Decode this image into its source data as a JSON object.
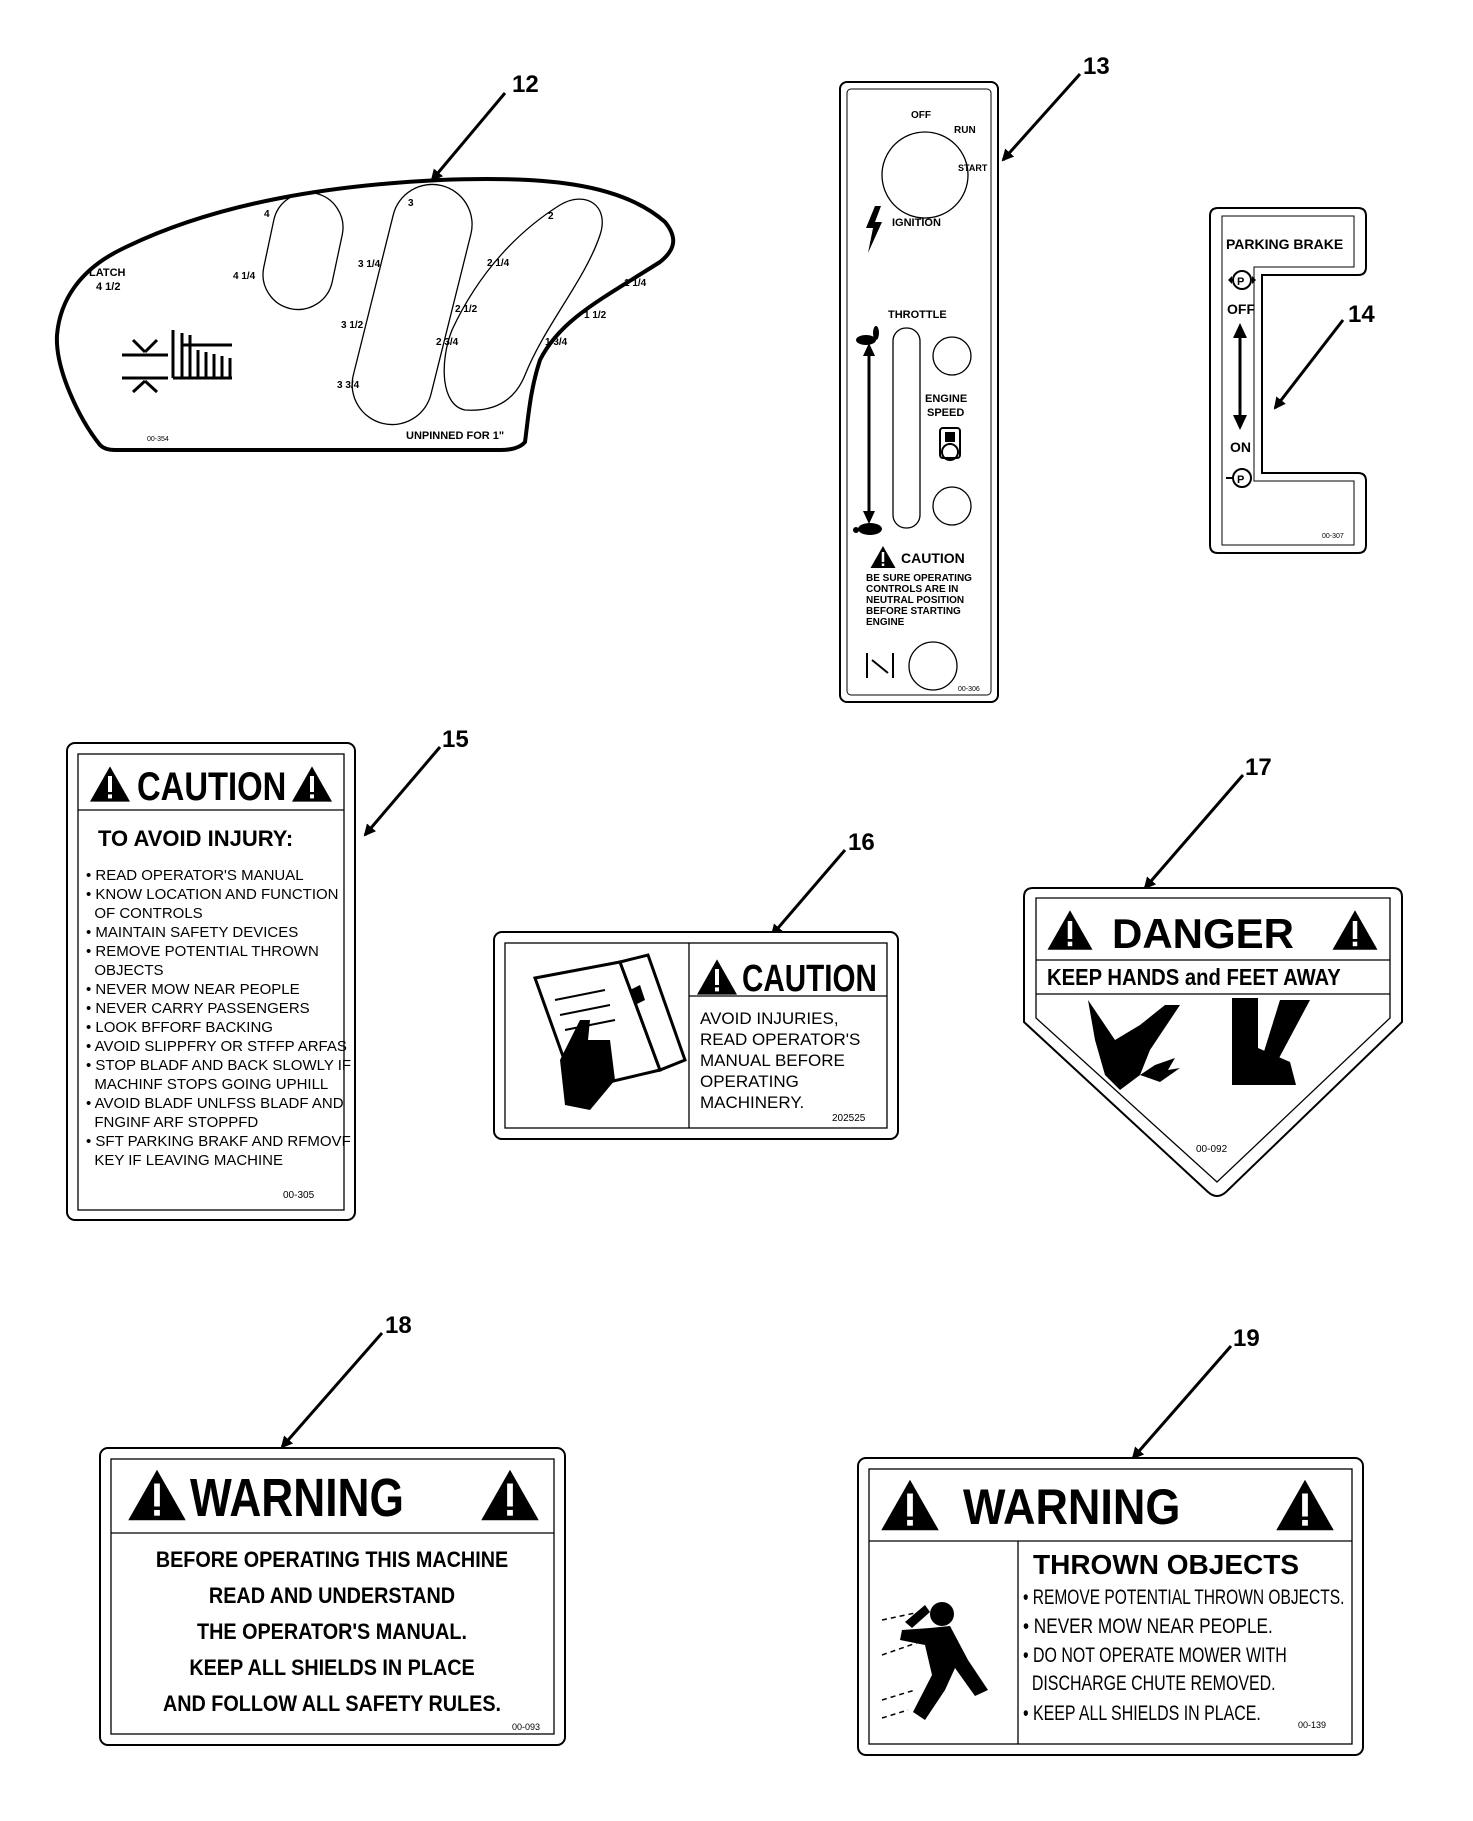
{
  "callouts": [
    "12",
    "13",
    "14",
    "15",
    "16",
    "17",
    "18",
    "19"
  ],
  "decal12": {
    "latch": "LATCH",
    "latch_val": "4 1/2",
    "heights_left": [
      "4",
      "4 1/4"
    ],
    "heights_mid": [
      "3",
      "3 1/4",
      "3 1/2",
      "3 3/4"
    ],
    "heights_right": [
      "2",
      "2 1/4",
      "2 1/2",
      "2 3/4"
    ],
    "heights_far": [
      "1 1/4",
      "1 1/2",
      "1 3/4"
    ],
    "code": "00-354",
    "unpinned": "UNPINNED FOR 1\""
  },
  "decal13": {
    "off": "OFF",
    "run": "RUN",
    "start": "START",
    "ignition": "IGNITION",
    "throttle": "THROTTLE",
    "engine": "ENGINE",
    "speed": "SPEED",
    "caution": "CAUTION",
    "caution_lines": [
      "BE SURE OPERATING",
      "CONTROLS ARE IN",
      "NEUTRAL POSITION",
      "BEFORE STARTING",
      "ENGINE"
    ],
    "code": "00-306"
  },
  "decal14": {
    "title": "PARKING BRAKE",
    "off": "OFF",
    "on": "ON",
    "code": "00-307"
  },
  "decal15": {
    "header": "CAUTION",
    "subtitle": "TO AVOID INJURY:",
    "lines": [
      "• READ OPERATOR'S MANUAL",
      "• KNOW LOCATION AND FUNCTION",
      "  OF CONTROLS",
      "• MAINTAIN SAFETY DEVICES",
      "• REMOVE POTENTIAL THROWN",
      "  OBJECTS",
      "• NEVER MOW NEAR PEOPLE",
      "• NEVER CARRY PASSENGERS",
      "• LOOK BFFORF BACKING",
      "• AVOID SLIPPFRY OR STFFP ARFAS",
      "• STOP BLADF AND BACK SLOWLY IF",
      "  MACHINF STOPS GOING UPHILL",
      "• AVOID BLADF UNLFSS BLADF AND",
      "  FNGINF ARF STOPPFD",
      "• SFT PARKING BRAKF AND RFMOVF",
      "  KEY IF LEAVING MACHINE"
    ],
    "code": "00-305"
  },
  "decal16": {
    "header": "CAUTION",
    "lines": [
      "AVOID INJURIES,",
      "READ OPERATOR'S",
      "MANUAL BEFORE",
      "OPERATING",
      "MACHINERY."
    ],
    "code": "202525"
  },
  "decal17": {
    "header": "DANGER",
    "subtitle": "KEEP HANDS and FEET AWAY",
    "code": "00-092"
  },
  "decal18": {
    "header": "WARNING",
    "lines": [
      "BEFORE OPERATING THIS MACHINE",
      "READ AND UNDERSTAND",
      "THE OPERATOR'S MANUAL.",
      "KEEP ALL SHIELDS IN PLACE",
      "AND FOLLOW ALL SAFETY RULES."
    ],
    "code": "00-093"
  },
  "decal19": {
    "header": "WARNING",
    "subtitle": "THROWN OBJECTS",
    "lines": [
      "• REMOVE POTENTIAL THROWN OBJECTS.",
      "• NEVER MOW NEAR PEOPLE.",
      "• DO NOT OPERATE MOWER WITH",
      "  DISCHARGE CHUTE REMOVED.",
      "• KEEP ALL SHIELDS IN PLACE."
    ],
    "code": "00-139"
  }
}
